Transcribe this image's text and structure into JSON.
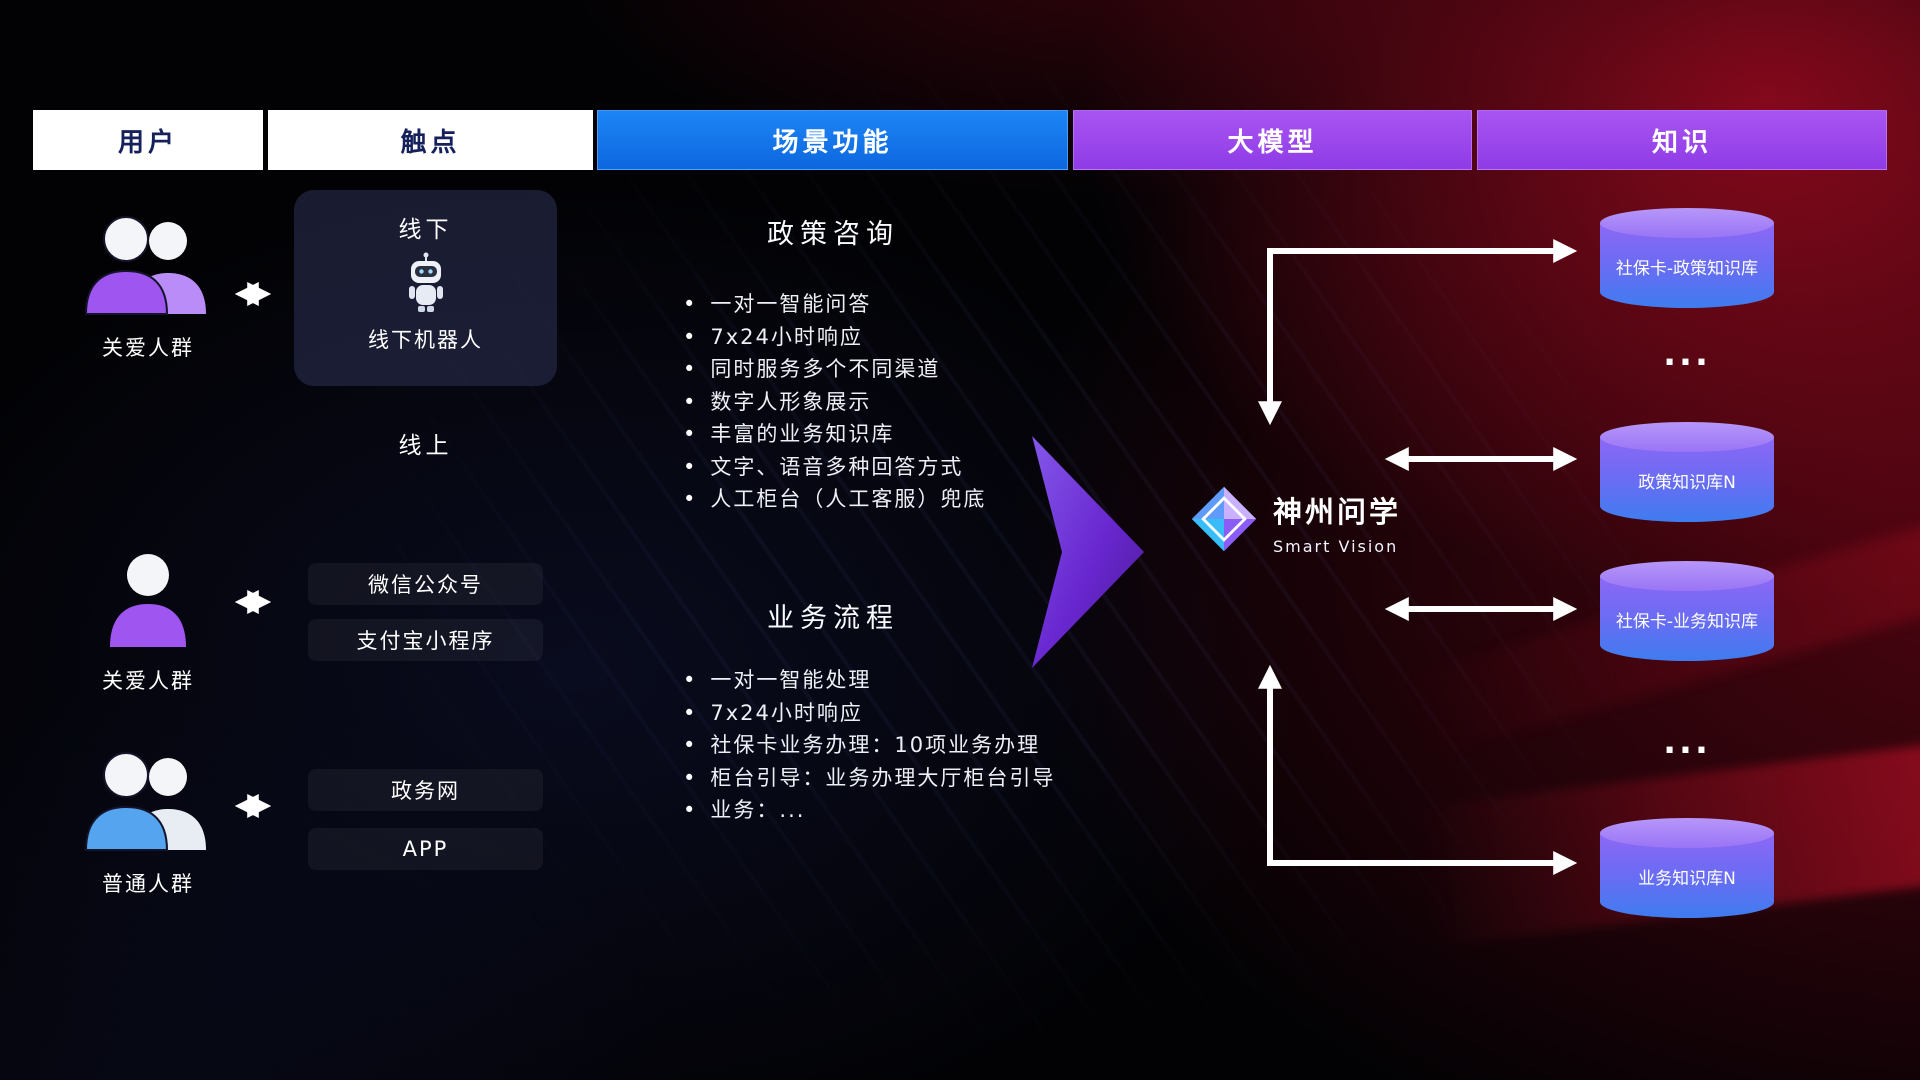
{
  "headers": [
    {
      "label": "用户"
    },
    {
      "label": "触点"
    },
    {
      "label": "场景功能"
    },
    {
      "label": "大模型"
    },
    {
      "label": "知识"
    }
  ],
  "users": [
    {
      "label": "关爱人群"
    },
    {
      "label": "关爱人群"
    },
    {
      "label": "普通人群"
    }
  ],
  "touchpoints": {
    "offline_title": "线下",
    "offline_device": "线下机器人",
    "online_title": "线上",
    "items": [
      "微信公众号",
      "支付宝小程序",
      "政务网",
      "APP"
    ]
  },
  "scenarios": [
    {
      "title": "政策咨询",
      "items": [
        "一对一智能问答",
        "7x24小时响应",
        "同时服务多个不同渠道",
        "数字人形象展示",
        "丰富的业务知识库",
        "文字、语音多种回答方式",
        "人工柜台（人工客服）兜底"
      ]
    },
    {
      "title": "业务流程",
      "items": [
        "一对一智能处理",
        "7x24小时响应",
        "社保卡业务办理：10项业务办理",
        "柜台引导：业务办理大厅柜台引导",
        "业务：..."
      ]
    }
  ],
  "model": {
    "name": "神州问学",
    "subtitle": "Smart Vision"
  },
  "knowledge": {
    "databases": [
      {
        "label": "社保卡-政策知识库"
      },
      {
        "label": "政策知识库N"
      },
      {
        "label": "社保卡-业务知识库"
      },
      {
        "label": "业务知识库N"
      }
    ],
    "ellipsis": "..."
  },
  "colors": {
    "header_blue": "#1677f0",
    "header_purple": "#9b4ff2",
    "db_purple": "#8d68f5",
    "db_blue": "#3f7cf0",
    "user_purple": "#9f55f0",
    "user_blue": "#54a4f0",
    "arrow_white": "#ffffff",
    "bg_red": "#8c061a"
  }
}
